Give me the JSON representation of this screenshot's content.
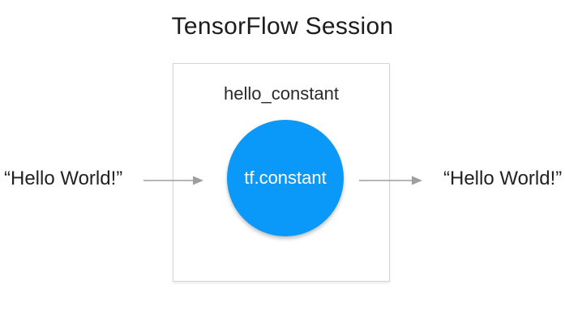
{
  "title": "TensorFlow Session",
  "diagram": {
    "session_box_label": "TensorFlow Session",
    "node_label": "hello_constant",
    "node_text": "tf.constant",
    "input_text": "“Hello World!”",
    "output_text": "“Hello World!”"
  },
  "icons": {
    "input_arrow": "arrow-right-icon",
    "output_arrow": "arrow-right-icon"
  },
  "colors": {
    "node_fill": "#0a99f8",
    "node_text": "#ffffff",
    "box_border": "#d5d5d5",
    "arrow": "#9e9e9e",
    "title_text": "#1c1c1c",
    "body_text": "#222222",
    "background": "#ffffff"
  }
}
